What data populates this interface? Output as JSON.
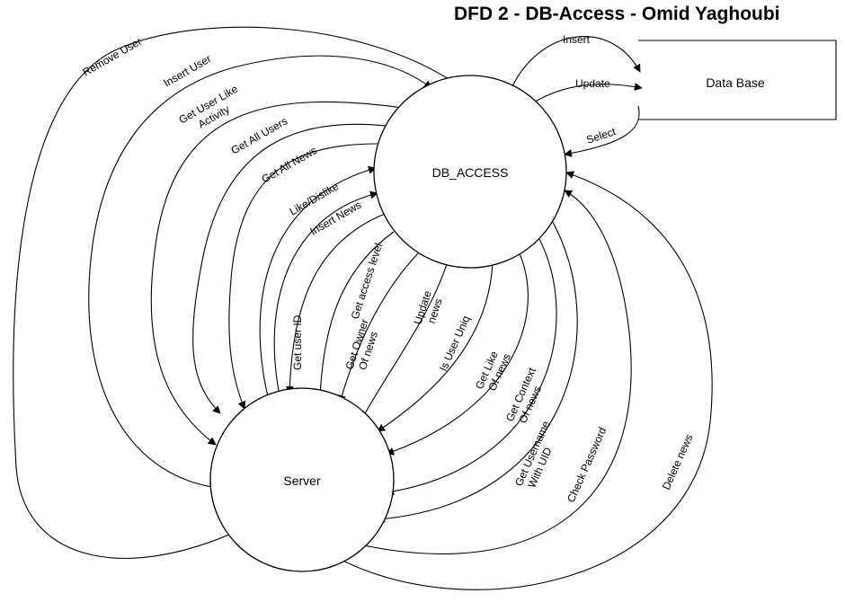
{
  "title": "DFD 2 - DB-Access - Omid Yaghoubi",
  "nodes": {
    "db_access": "DB_ACCESS",
    "server": "Server",
    "database": "Data Base"
  },
  "db_flows": {
    "insert": "Insert",
    "update": "Update",
    "select": "Select"
  },
  "flows": {
    "remove_user": "Remove User",
    "insert_user": "Insert User",
    "get_user_like_activity": [
      "Get User Like",
      "Activity"
    ],
    "get_all_users": "Get All Users",
    "get_all_news": "Get All News",
    "like_dislike": "Like/Dislike",
    "insert_news": "Insert News",
    "get_user_id": "Get user ID",
    "get_access_level": "Get access level",
    "get_owner_of_news": [
      "Get Owner",
      "Of news"
    ],
    "update_news": [
      "Update",
      "news"
    ],
    "is_user_uniq": "Is User Uniq",
    "get_like_of_news": [
      "Get Like",
      "Of news"
    ],
    "get_context_of_news": [
      "Get Context",
      "Of news"
    ],
    "get_username_with_uid": [
      "Get Username",
      "With UID"
    ],
    "check_password": "Check Password",
    "delete_news": "Delete news"
  }
}
